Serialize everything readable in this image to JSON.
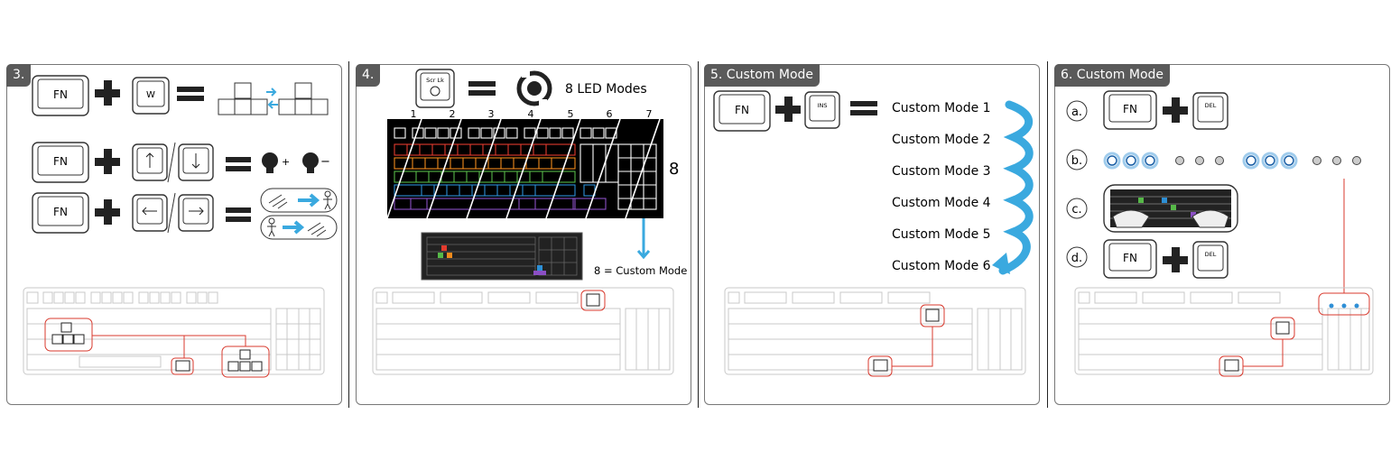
{
  "panel3": {
    "tab": "3.",
    "keys": {
      "fn": "FN",
      "w": "W"
    },
    "icons": {
      "bulb_plus": "+",
      "bulb_minus": "−"
    }
  },
  "panel4": {
    "tab": "4.",
    "scrlk_key": "Scr Lk",
    "led_modes": "8 LED Modes",
    "zones": [
      "1",
      "2",
      "3",
      "4",
      "5",
      "6",
      "7"
    ],
    "zone8": "8",
    "custom_note": "8 = Custom Mode"
  },
  "panel5": {
    "tab": "5. Custom Mode",
    "keys": {
      "fn": "FN",
      "ins": "INS"
    },
    "modes": [
      "Custom Mode 1",
      "Custom Mode 2",
      "Custom Mode 3",
      "Custom Mode 4",
      "Custom Mode 5",
      "Custom Mode 6"
    ]
  },
  "panel6": {
    "tab": "6. Custom Mode",
    "steps": [
      "a.",
      "b.",
      "c.",
      "d."
    ],
    "keys": {
      "fn": "FN",
      "del": "DEL"
    }
  },
  "colors": {
    "accent_blue": "#3aa9df",
    "callout_red": "#d83a2e",
    "led_glow": "#2f8fd6",
    "rainbow": [
      "#e23b2e",
      "#f08a1c",
      "#56b848",
      "#2d8fd5",
      "#8b4fc4"
    ]
  }
}
